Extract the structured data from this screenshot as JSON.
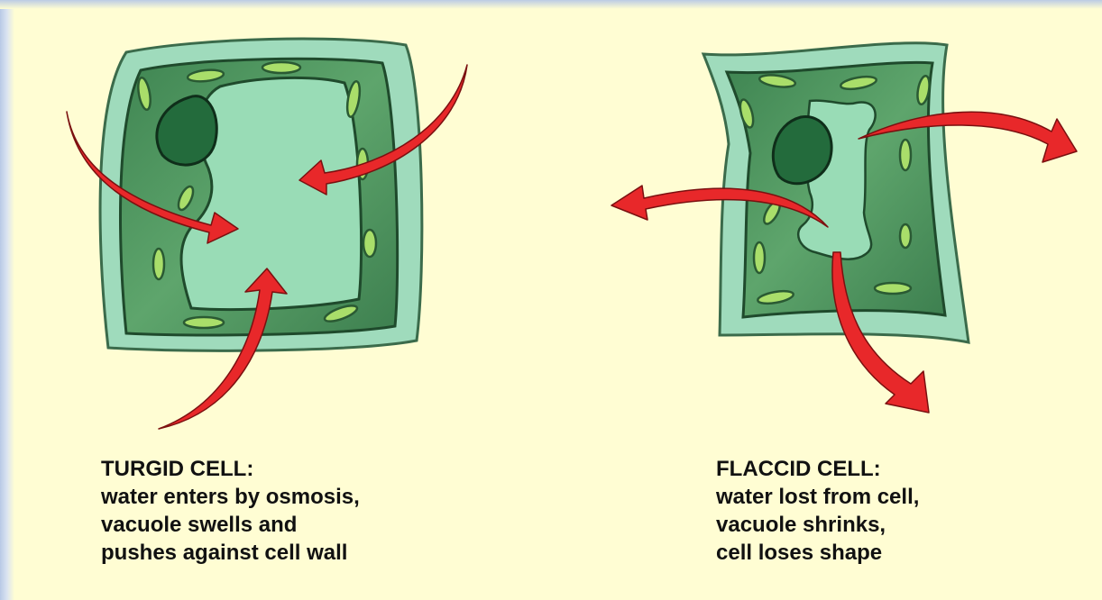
{
  "turgid": {
    "title": "TURGID CELL:",
    "lines": [
      "water enters by osmosis,",
      "vacuole swells and",
      "pushes against cell wall"
    ]
  },
  "flaccid": {
    "title": "FLACCID CELL:",
    "lines": [
      "water lost from cell,",
      "vacuole shrinks,",
      "cell loses shape"
    ]
  },
  "colors": {
    "background": "#fffdd3",
    "cell_wall": "#9fdbbc",
    "cytoplasm": "#4f9a63",
    "vacuole": "#99dcb6",
    "nucleus": "#236b3c",
    "chloroplast": "#a9de6a",
    "arrow": "#e8282a"
  }
}
